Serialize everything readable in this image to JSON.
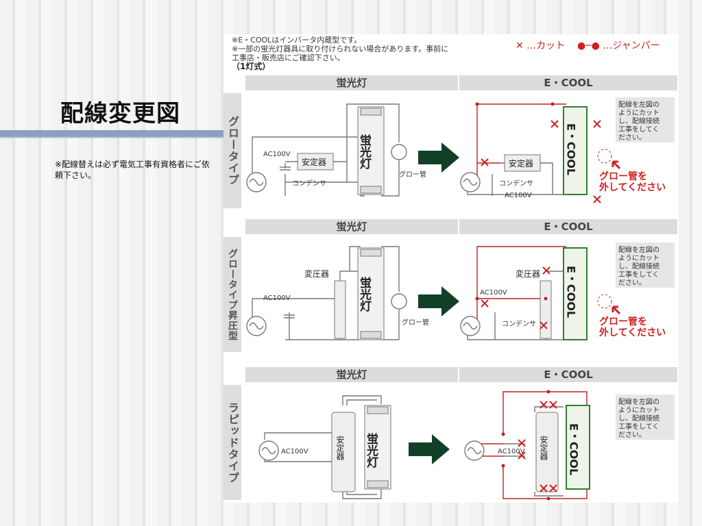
{
  "slide": {
    "title": "配線変更図",
    "note": "※配線替えは必ず電気工事有資格者にご依頼下さい。"
  },
  "panel": {
    "note_lines": [
      "※E・COOLはインバータ内蔵型です。",
      "※一部の蛍光灯器具に取り付けられない場合があります。事前に",
      "工事店・販売店にご確認下さい。"
    ],
    "lamp_count": "（1灯式）",
    "legend": {
      "cut": "✕ …カット",
      "jumper": "●─● …ジャンパー"
    }
  },
  "sections": [
    {
      "type": "グロータイプ",
      "left_header": "蛍光灯",
      "right_header": "E・COOL",
      "labels": {
        "ac": "AC100V",
        "ballast": "安定器",
        "capacitor": "コンデンサ",
        "lamp": "蛍光灯",
        "starter": "グロー管",
        "ecool_lamp": "E・COOL",
        "ac_right": "AC100V"
      },
      "instruction": [
        "配線を左図の",
        "ようにカット",
        "し、配線接続",
        "工事をしてく",
        "ださい。"
      ],
      "remove_starter": [
        "グロー管を",
        "外してください"
      ]
    },
    {
      "type": "グロータイプ昇圧型",
      "left_header": "蛍光灯",
      "right_header": "E・COOL",
      "labels": {
        "ac": "AC100V",
        "transformer": "変圧器",
        "capacitor": "コンデンサ",
        "lamp": "蛍光灯",
        "starter": "グロー管",
        "ecool_lamp": "E・COOL"
      },
      "instruction": [
        "配線を左図の",
        "ようにカット",
        "し、配線接続",
        "工事をしてく",
        "ださい。"
      ],
      "remove_starter": [
        "グロー管を",
        "外してください"
      ]
    },
    {
      "type": "ラピッドタイプ",
      "left_header": "蛍光灯",
      "right_header": "E・COOL",
      "labels": {
        "ac": "AC100V",
        "ballast": "安定器",
        "lamp": "蛍光灯",
        "ecool_lamp": "E・COOL"
      },
      "instruction": [
        "配線を左図の",
        "ようにカット",
        "し、配線接続",
        "工事をしてく",
        "ださい。"
      ]
    }
  ],
  "colors": {
    "wire": "#777777",
    "cut": "#d02020",
    "jumper": "#c02020",
    "ecool_border": "#2e7d32",
    "arrow": "#123f28",
    "accent_bar": "#8aa1bd"
  }
}
